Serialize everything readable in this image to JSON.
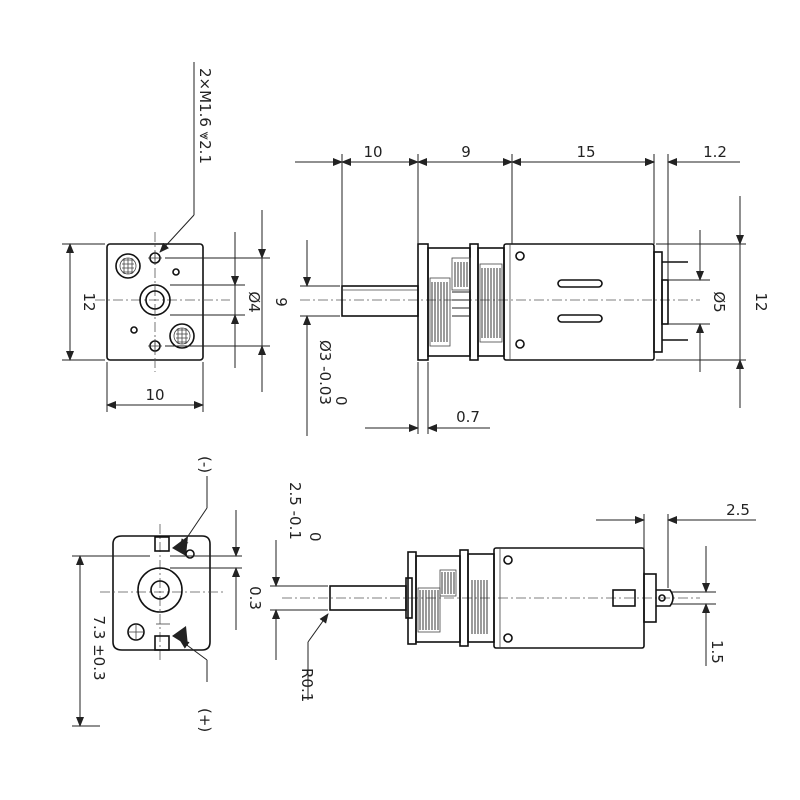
{
  "labels": {
    "screw_note": "2×M1.6 ⩔2.1",
    "fv_width": "10",
    "fv_height": "12",
    "fv_shaft_dia": "Ø4",
    "fv_pitch": "9",
    "sv_len_gear1": "10",
    "sv_len_gear2": "9",
    "sv_len_motor": "15",
    "sv_len_end": "1.2",
    "sv_body_height": "12",
    "sv_boss_dia": "Ø5",
    "sv_shaft_tol": "Ø3 -0.03",
    "sv_shaft_tol_top": "0",
    "sv_flange": "0.7",
    "bv_neg": "(-)",
    "bv_pos": "(+)",
    "bv_offset": "0.3",
    "bv_height": "7.3 ±0.3",
    "bsv_flat": "2.5 -0.1",
    "bsv_flat_top": "0",
    "bsv_radius": "R0.1",
    "bsv_terminal": "2.5",
    "bsv_term_off": "1.5"
  }
}
